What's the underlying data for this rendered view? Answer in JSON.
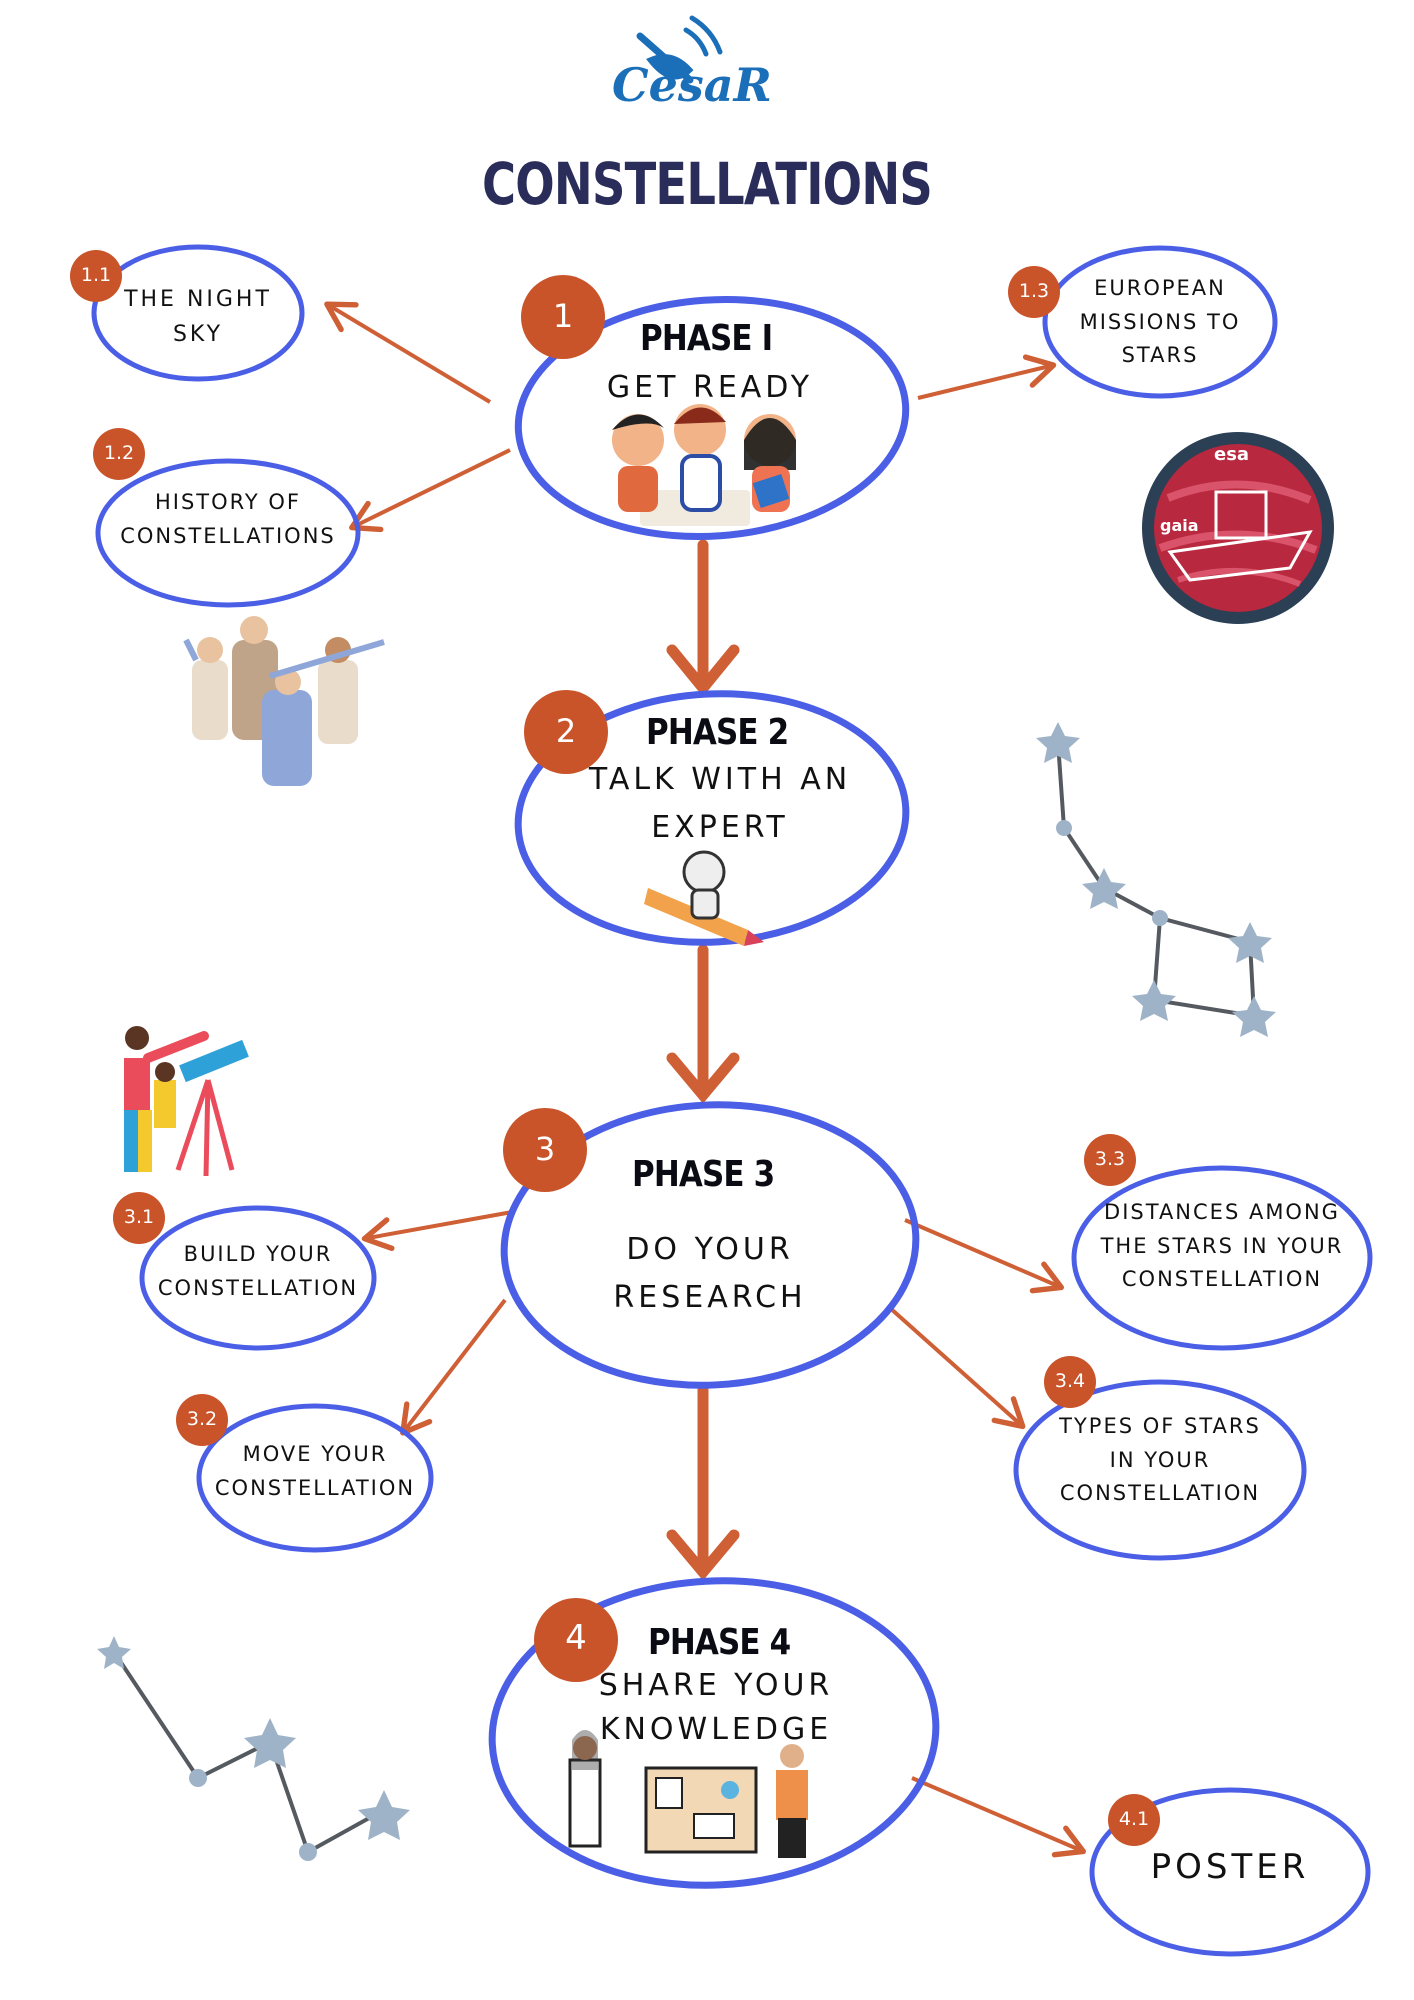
{
  "logo": {
    "text": "CesaR"
  },
  "title": "CONSTELLATIONS",
  "phases": [
    {
      "badge": "1",
      "title": "PHASE I",
      "subtitle_lines": [
        "GET READY"
      ]
    },
    {
      "badge": "2",
      "title": "PHASE 2",
      "subtitle_lines": [
        "TALK WITH AN",
        "EXPERT"
      ]
    },
    {
      "badge": "3",
      "title": "PHASE 3",
      "subtitle_lines": [
        "DO YOUR",
        "RESEARCH"
      ]
    },
    {
      "badge": "4",
      "title": "PHASE 4",
      "subtitle_lines": [
        "SHARE YOUR",
        "KNOWLEDGE"
      ]
    }
  ],
  "subtopics": [
    {
      "badge": "1.1",
      "lines": [
        "THE NIGHT",
        "SKY"
      ]
    },
    {
      "badge": "1.2",
      "lines": [
        "HISTORY OF",
        "CONSTELLATIONS"
      ]
    },
    {
      "badge": "1.3",
      "lines": [
        "EUROPEAN",
        "MISSIONS TO",
        "STARS"
      ]
    },
    {
      "badge": "3.1",
      "lines": [
        "BUILD YOUR",
        "CONSTELLATION"
      ]
    },
    {
      "badge": "3.2",
      "lines": [
        "MOVE YOUR",
        "CONSTELLATION"
      ]
    },
    {
      "badge": "3.3",
      "lines": [
        "DISTANCES AMONG",
        "THE STARS IN YOUR",
        "CONSTELLATION"
      ]
    },
    {
      "badge": "3.4",
      "lines": [
        "TYPES OF STARS",
        "IN YOUR",
        "CONSTELLATION"
      ]
    },
    {
      "badge": "4.1",
      "lines": [
        "POSTER"
      ]
    }
  ],
  "gaia_badge": {
    "agency": "esa",
    "mission": "gaia"
  },
  "colors": {
    "outline": "#4a5ee6",
    "badge": "#c9542a",
    "arrow": "#cf5f35",
    "title": "#2a2d5a",
    "logo": "#1b6fb8",
    "constellation_star": "#9fb3c8",
    "constellation_line": "#555a60"
  },
  "icons": [
    "cesar-satellite-logo",
    "children-illustration",
    "astronomers-illustration",
    "esa-gaia-mission-badge",
    "astronaut-pencil-illustration",
    "telescope-family-illustration",
    "scientists-poster-illustration",
    "big-dipper-constellation",
    "small-constellation"
  ]
}
